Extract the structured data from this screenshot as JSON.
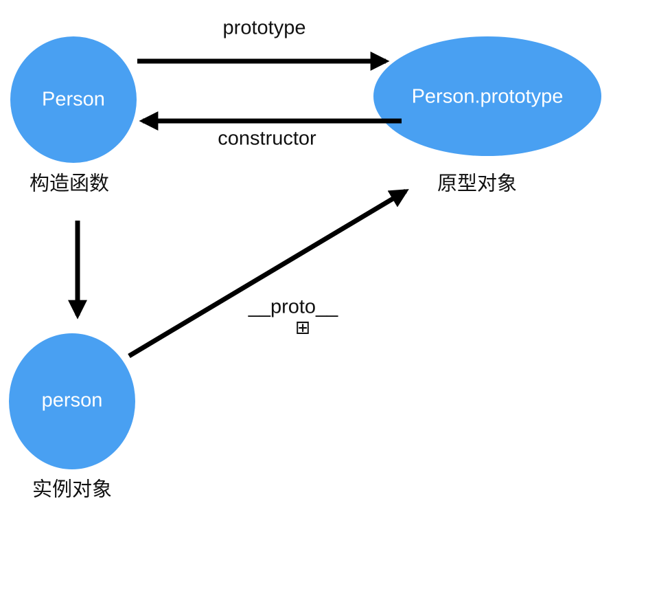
{
  "diagram": {
    "title": "JavaScript prototype relationship diagram",
    "colors": {
      "background": "#ffffff",
      "node_fill": "#49a0f2",
      "node_text": "#ffffff",
      "label_text": "#111111",
      "arrow": "#000000"
    },
    "nodes": [
      {
        "id": "constructor-function",
        "shape": "circle",
        "label": "Person",
        "caption": "构造函数"
      },
      {
        "id": "prototype-object",
        "shape": "ellipse",
        "label": "Person.prototype",
        "caption": "原型对象"
      },
      {
        "id": "instance-object",
        "shape": "circle",
        "label": "person",
        "caption": "实例对象"
      }
    ],
    "edges": [
      {
        "id": "prototype-edge",
        "from": "Person",
        "to": "Person.prototype",
        "label": "prototype"
      },
      {
        "id": "constructor-edge",
        "from": "Person.prototype",
        "to": "Person",
        "label": "constructor"
      },
      {
        "id": "instantiate-edge",
        "from": "Person",
        "to": "person",
        "label": ""
      },
      {
        "id": "proto-edge",
        "from": "person",
        "to": "Person.prototype",
        "label": "__proto__",
        "icon": "⊞",
        "icon_name": "squared-plus-icon"
      }
    ]
  }
}
